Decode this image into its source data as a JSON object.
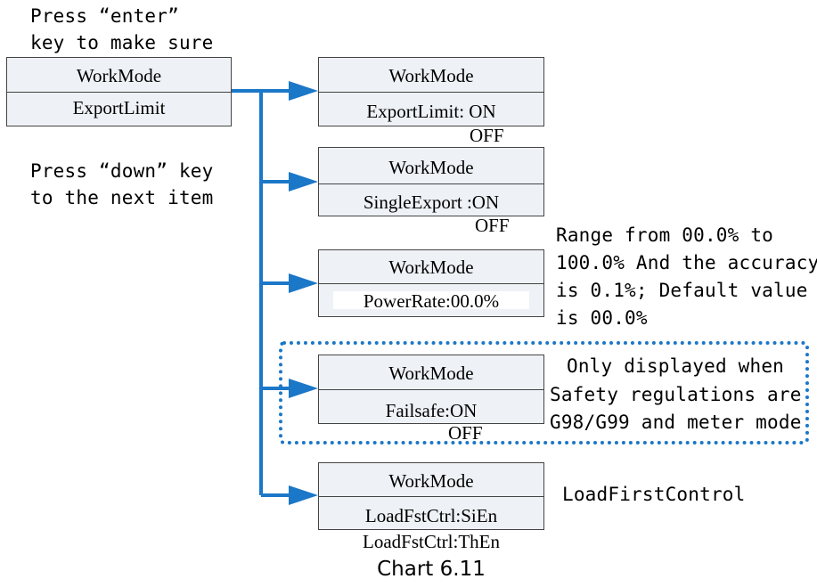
{
  "notes": {
    "enter_line1": "Press “enter”",
    "enter_line2": "key to make sure",
    "down_line1": "Press “down” key",
    "down_line2": "to the next item"
  },
  "source_box": {
    "title": "WorkMode",
    "value": "ExportLimit"
  },
  "items": [
    {
      "title": "WorkMode",
      "value": "ExportLimit: ON",
      "alt": "OFF"
    },
    {
      "title": "WorkMode",
      "value": "SingleExport :ON",
      "alt": "OFF"
    },
    {
      "title": "WorkMode",
      "value": "PowerRate:00.0%",
      "note_line1": "Range from 00.0% to",
      "note_line2": "100.0% And the accuracy",
      "note_line3": "is 0.1%; Default value",
      "note_line4": "is 00.0%"
    },
    {
      "title": "WorkMode",
      "value": "Failsafe:ON",
      "alt": "OFF",
      "note_line1": "Only displayed when",
      "note_line2": "Safety regulations are",
      "note_line3": "G98/G99 and meter mode"
    },
    {
      "title": "WorkMode",
      "value": "LoadFstCtrl:SiEn",
      "alt": "LoadFstCtrl:ThEn",
      "note_line1": "LoadFirstControl"
    }
  ],
  "caption": "Chart 6.11",
  "colors": {
    "connector": "#1b77c7",
    "box_fill": "#eef1f5",
    "box_border": "#444444",
    "dotted_frame": "#1b77c7"
  }
}
